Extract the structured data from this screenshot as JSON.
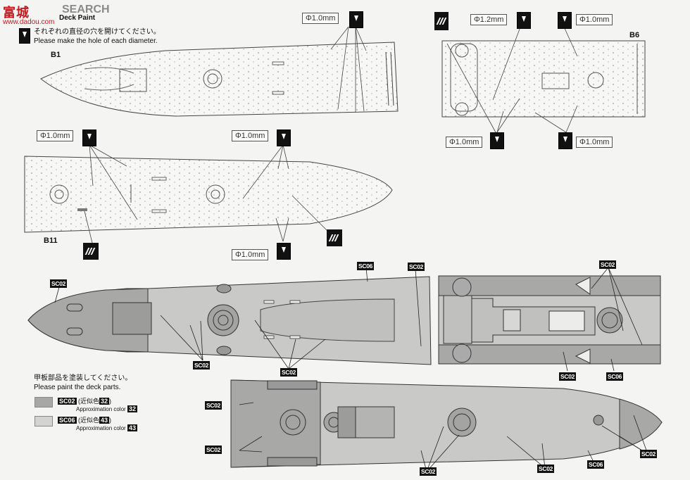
{
  "watermark": {
    "brand_cn": "富城",
    "brand_en": "SEARCH",
    "url": "www.dadou.com"
  },
  "header": {
    "section_label": "Deck Paint",
    "drill_instruction_jp": "それぞれの直径の穴を開けてください。",
    "drill_instruction_en": "Please make the hole of each diameter."
  },
  "dimensions": {
    "d1": "Φ1.0mm",
    "d2": "Φ1.2mm",
    "d3": "Φ1.0mm",
    "d4": "Φ1.0mm",
    "d5": "Φ1.0mm",
    "d6": "Φ1.0mm",
    "d7": "Φ1.0mm",
    "d8": "Φ1.0mm"
  },
  "part_labels": {
    "b1": "B1",
    "b6": "B6",
    "b11": "B11"
  },
  "color_tags": {
    "sc02": "SC02",
    "sc06": "SC06"
  },
  "paint_legend": {
    "instruction_jp": "甲板部品を塗装してください。",
    "instruction_en": "Please paint the deck parts.",
    "row1": {
      "code": "SC02",
      "jp": "(近似色",
      "num": "32",
      "close": ")",
      "en": "Approximation color",
      "en_num": "32",
      "color": "#a7a7a5"
    },
    "row2": {
      "code": "SC06",
      "jp": "(近似色",
      "num": "43",
      "close": ")",
      "en": "Approximation color",
      "en_num": "43",
      "color": "#d3d3d1"
    }
  }
}
